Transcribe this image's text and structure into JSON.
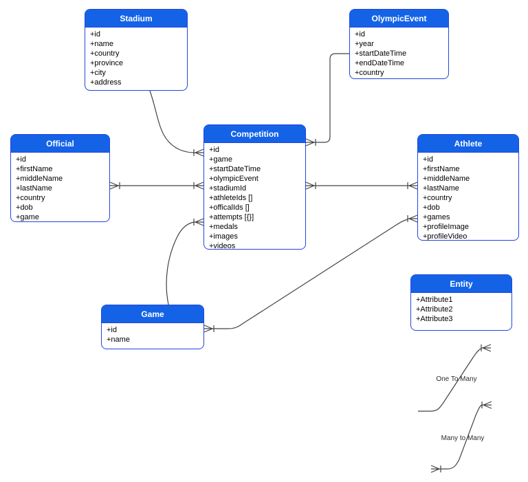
{
  "entities": [
    {
      "id": "stadium",
      "title": "Stadium",
      "attributes": [
        "+id",
        "+name",
        "+country",
        "+province",
        "+city",
        "+address"
      ]
    },
    {
      "id": "olympic-event",
      "title": "OlympicEvent",
      "attributes": [
        "+id",
        "+year",
        "+startDateTime",
        "+endDateTime",
        "+country"
      ]
    },
    {
      "id": "official",
      "title": "Official",
      "attributes": [
        "+id",
        "+firstName",
        "+middleName",
        "+lastName",
        "+country",
        "+dob",
        "+game"
      ]
    },
    {
      "id": "competition",
      "title": "Competition",
      "attributes": [
        "+id",
        "+game",
        "+startDateTime",
        "+olympicEvent",
        "+stadiumId",
        "+athleteIds []",
        "+officalIds []",
        "+attempts [{}]",
        "+medals",
        "+images",
        "+videos"
      ]
    },
    {
      "id": "athlete",
      "title": "Athlete",
      "attributes": [
        "+id",
        "+firstName",
        "+middleName",
        "+lastName",
        "+country",
        "+dob",
        "+games",
        "+profileImage",
        "+profileVideo"
      ]
    },
    {
      "id": "game",
      "title": "Game",
      "attributes": [
        "+id",
        "+name"
      ]
    },
    {
      "id": "entity",
      "title": "Entity",
      "attributes": [
        "+Attribute1",
        "+Attribute2",
        "+Attribute3"
      ]
    }
  ],
  "relationships": [
    {
      "from": "Stadium",
      "to": "Competition",
      "type": "one-to-many"
    },
    {
      "from": "OlympicEvent",
      "to": "Competition",
      "type": "one-to-many"
    },
    {
      "from": "Official",
      "to": "Competition",
      "type": "many-to-many"
    },
    {
      "from": "Competition",
      "to": "Athlete",
      "type": "many-to-many"
    },
    {
      "from": "Game",
      "to": "Competition",
      "type": "one-to-many"
    },
    {
      "from": "Game",
      "to": "Athlete",
      "type": "many-to-many"
    }
  ],
  "legend": {
    "one_to_many": "One To Many",
    "many_to_many": "Many to Many"
  },
  "colors": {
    "header_fill": "#1463E7",
    "box_border": "#2244DD",
    "header_text": "#ffffff",
    "attribute_text": "#000000",
    "connector": "#424242",
    "background": "#ffffff"
  }
}
